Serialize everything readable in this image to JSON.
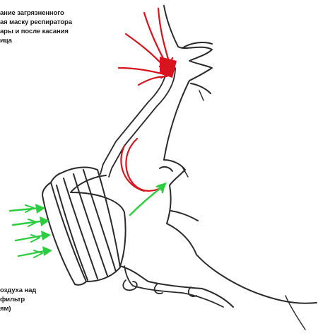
{
  "labels": {
    "top": [
      "ание загрязненного",
      "ая маску респиратора",
      "ары и после касания",
      "ица"
    ],
    "bottom": [
      "оздуха над",
      "фильтр",
      "ям)"
    ]
  },
  "colors": {
    "line": "#2a2a2a",
    "exhaled_arrows": "#d8141e",
    "inhaled_arrows": "#2ecc40",
    "background": "#ffffff"
  }
}
